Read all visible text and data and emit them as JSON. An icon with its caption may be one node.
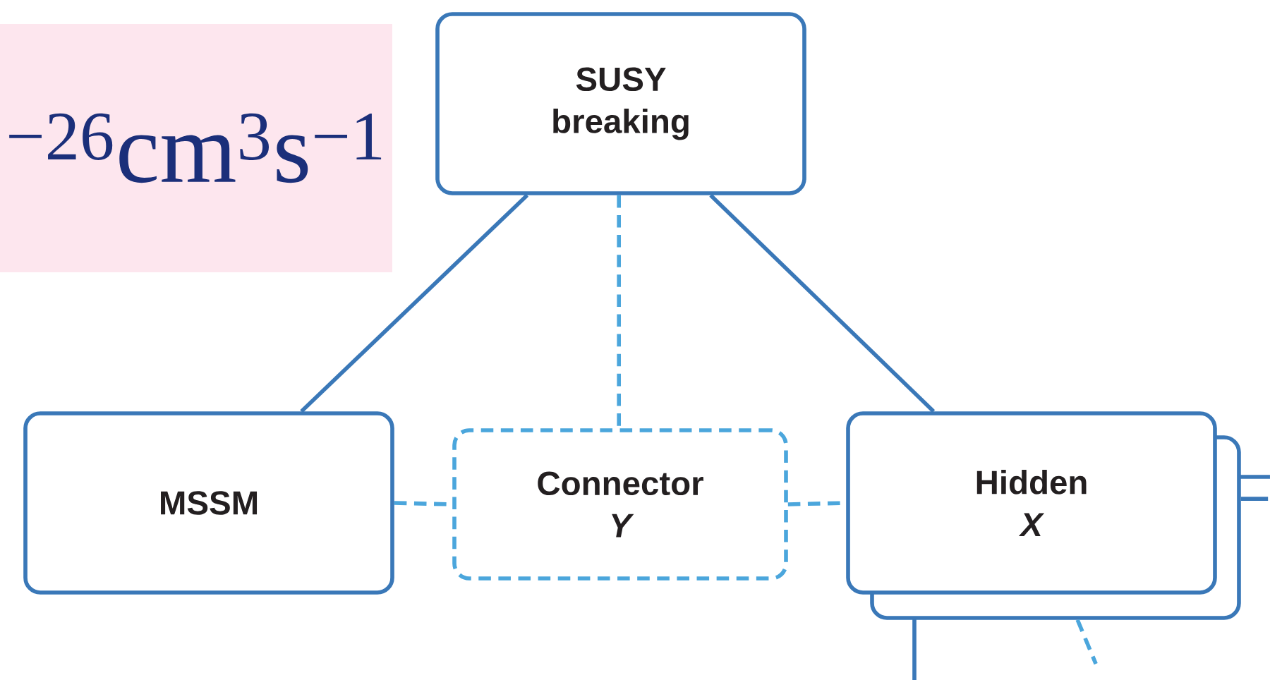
{
  "diagram": {
    "nodes": [
      {
        "text": [
          "$^{−26}$cm$^{3}$s$^{−1}$"
        ]
      },
      {
        "text": [
          "SUSY breaking"
        ]
      },
      {
        "text": [
          "MSSM"
        ]
      },
      {
        "text": [
          "Connector",
          "Y"
        ]
      },
      {
        "text": [
          "Hidden",
          "X"
        ]
      },
      {
        "text": [],
        "shape": "box"
      },
      {
        "text": [],
        "shape": "box"
      }
    ],
    "edges": [
      {
        "from": 1,
        "to": 2,
        "arrow": "none"
      },
      {
        "from": 1,
        "to": 3,
        "arrow": "none",
        "style": "dashed",
        "color": "#4ba6dc"
      },
      {
        "from": 1,
        "to": 4,
        "arrow": "none"
      },
      {
        "from": 2,
        "to": 3,
        "arrow": "none",
        "style": "dashed",
        "color": "#4ba6dc"
      },
      {
        "from": 3,
        "to": 4,
        "arrow": "none",
        "style": "dashed",
        "color": "#4ba6dc"
      },
      {
        "from": 5,
        "to": 6,
        "arrow": "none"
      },
      {
        "from": 5,
        "to": 6,
        "arrow": "none",
        "style": "dashed",
        "color": "#4ba6dc"
      }
    ]
  }
}
